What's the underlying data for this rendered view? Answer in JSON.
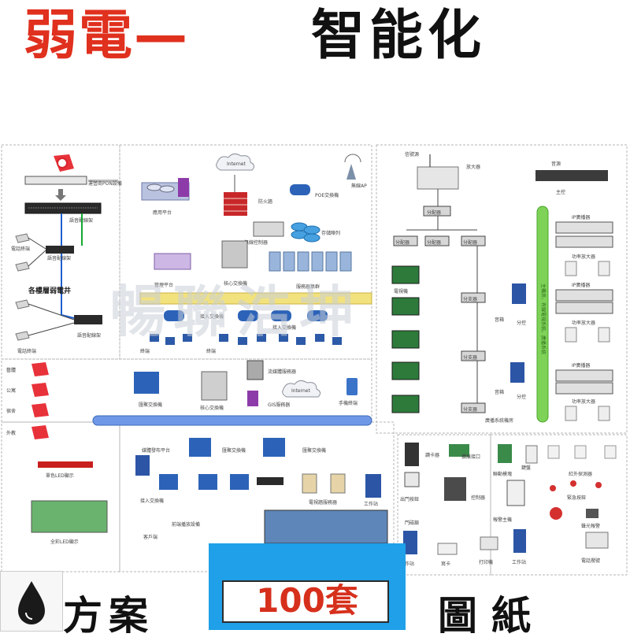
{
  "header": {
    "title_red": "弱電—",
    "title_black": "智能化"
  },
  "watermark": "暢聯浩坤",
  "footer": {
    "left_text": "方案",
    "highlight_text": "100套",
    "right_text": "圖紙"
  },
  "labels": {
    "operator_pon": "運營商PON設備",
    "voice_frame": "語音配線架",
    "phone_terminal_1": "電話終端",
    "voice_frame_2": "語音配線架",
    "floor_weak_well": "各樓層弱電井",
    "phone_terminal_2": "電話終端",
    "voice_frame_3": "語音配線架",
    "app_platform": "應用平台",
    "internet_1": "Internet",
    "firewall": "防火牆",
    "poe_switch": "POE交換機",
    "wireless_ap": "無線AP",
    "wireless_controller": "無線控制器",
    "storage_array": "存儲陣列",
    "mgmt_platform": "管理平台",
    "core_switch_1": "核心交換機",
    "server_cluster": "服務器集群",
    "access_switch_1": "接入交換機",
    "access_switch_2": "接入交換機",
    "terminal_1": "終端",
    "terminal_2": "終端",
    "signal_src": "信號源",
    "amplifier": "放大器",
    "splitter_1": "分配器",
    "splitter_2": "分配器",
    "splitter_3": "分配器",
    "splitter_4": "分配器",
    "tv": "電視機",
    "branch_1": "分支器",
    "branch_2": "分支器",
    "branch_3": "分支器",
    "broadcast_machine": "音源",
    "control_host": "主控",
    "speaker_1": "音箱",
    "speaker_2": "音箱",
    "zone_1": "分控",
    "zone_2": "分控",
    "amp_1": "功率放大器",
    "amp_2": "功率放大器",
    "amp_3": "功率放大器",
    "ip_host_1": "IP廣播器",
    "ip_host_2": "IP廣播器",
    "ip_host_3": "IP廣播器",
    "broadcast_room": "廣播系統機房",
    "cable_tv": "主機房、有線電視系統、廣播系統",
    "art": "藝體",
    "office": "公寓",
    "dorm": "宿舍",
    "external": "外教",
    "led_single": "單色LED顯示",
    "led_full": "全彩LED顯示",
    "agg_switch_1": "匯聚交換機",
    "core_switch_2": "核心交換機",
    "streaming_server": "流媒體服務器",
    "internet_2": "Internet",
    "gis_server": "GIS服務器",
    "mobile_terminal": "手機終端",
    "media_platform": "媒體發布平台",
    "agg_switch_2": "匯聚交換機",
    "agg_switch_3": "匯聚交換機",
    "access_switch_3": "接入交換機",
    "playback_device": "前端播放設備",
    "tv_wall_server": "電視牆服務器",
    "workstation_1": "工作站",
    "client": "客戶端",
    "reader": "讀卡器",
    "door_button": "出門按鈕",
    "controller": "控制器",
    "expansion_board": "擴展接口",
    "electric_lock": "門磁鎖",
    "workstation_2": "工作站",
    "card_writer": "寫卡",
    "linkage_module": "聯動模塊",
    "alarm_host": "報警主機",
    "keypad": "鍵盤",
    "infrared_detector": "紅外探測器",
    "emergency_button": "緊急按鈕",
    "siren": "聲光報警",
    "printer": "打印機",
    "workstation_3": "工作站",
    "phone_alarm": "電話撥號"
  }
}
